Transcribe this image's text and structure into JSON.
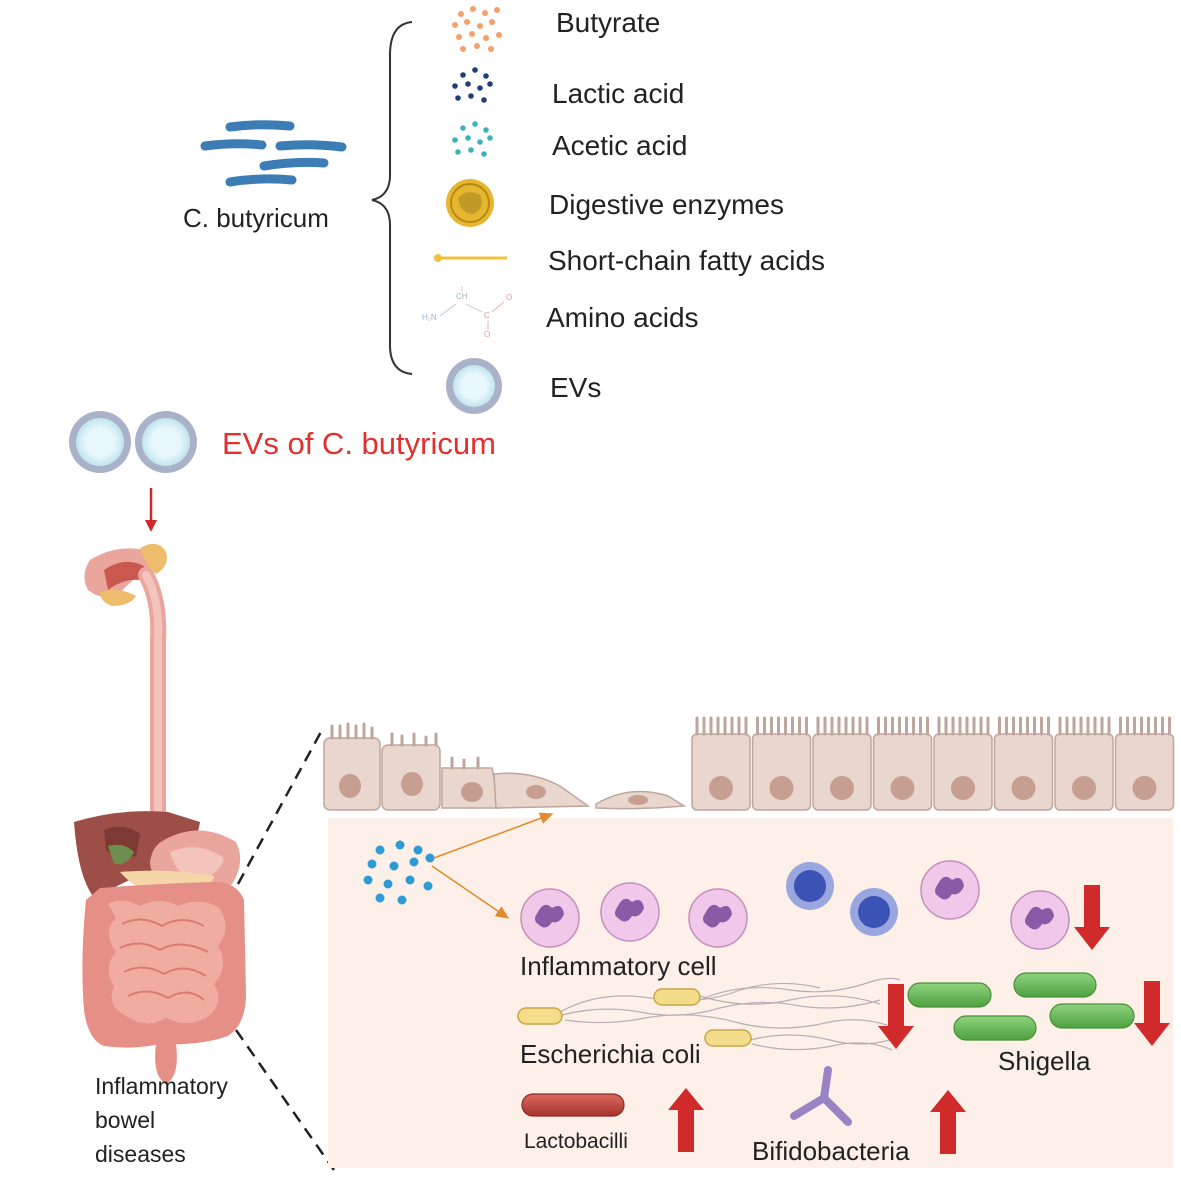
{
  "source_label": "C. butyricum",
  "products": [
    {
      "label": "Butyrate",
      "icon": "butyrate-dots-icon",
      "color": "#f4a06a"
    },
    {
      "label": "Lactic acid",
      "icon": "lactic-acid-dots-icon",
      "color": "#1f3f7a"
    },
    {
      "label": "Acetic acid",
      "icon": "acetic-acid-dots-icon",
      "color": "#3bb3b8"
    },
    {
      "label": "Digestive enzymes",
      "icon": "enzyme-icon",
      "color": "#e7b631"
    },
    {
      "label": "Short-chain fatty acids",
      "icon": "fatty-acid-chain-icon",
      "color": "#f2c33c"
    },
    {
      "label": "Amino acids",
      "icon": "amino-acid-structure-icon",
      "color": "#9fb4c8"
    },
    {
      "label": "EVs",
      "icon": "vesicle-icon",
      "color": "#a9b2c9"
    }
  ],
  "ev_title": "EVs of C. butyricum",
  "ev_title_color": "#e03030",
  "disease_label": [
    "Inflammatory",
    "bowel",
    "diseases"
  ],
  "amino_structure_text": {
    "ch": "CH",
    "nh2": "H₂N",
    "c": "C",
    "o1": "O",
    "o2": "O"
  },
  "gut_panel": {
    "inflammatory_cell": "Inflammatory cell",
    "escherichia": "Escherichia coli",
    "shigella": "Shigella",
    "lactobacilli": "Lactobacilli",
    "bifidobacteria": "Bifidobacteria"
  },
  "colors": {
    "bacteria_blue": "#3d7db5",
    "epithelium": "#e8d6cf",
    "nucleus": "#c79f90",
    "lamina": "#fdf0e8",
    "arrow_red": "#d12a2a",
    "shigella_green": "#6bbf5b",
    "lactobacilli_red": "#c64a42",
    "bifido_purple": "#9a83c4",
    "neutrophil": "#e7b8df",
    "lymphocyte": "#3a53b5"
  }
}
